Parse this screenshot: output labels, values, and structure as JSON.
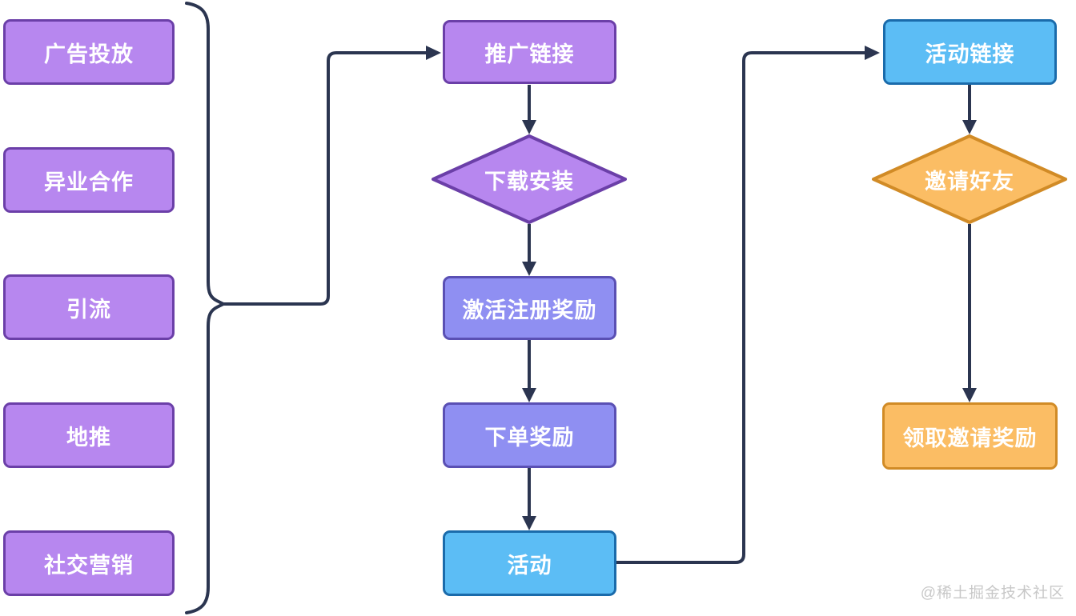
{
  "diagram": {
    "sources": [
      {
        "label": "广告投放",
        "type": "process"
      },
      {
        "label": "异业合作",
        "type": "process"
      },
      {
        "label": "引流",
        "type": "process"
      },
      {
        "label": "地推",
        "type": "process"
      },
      {
        "label": "社交营销",
        "type": "process"
      }
    ],
    "funnel": [
      {
        "label": "推广链接",
        "type": "process"
      },
      {
        "label": "下载安装",
        "type": "decision"
      },
      {
        "label": "激活注册奖励",
        "type": "process"
      },
      {
        "label": "下单奖励",
        "type": "process"
      },
      {
        "label": "活动",
        "type": "process"
      }
    ],
    "invite": [
      {
        "label": "活动链接",
        "type": "process"
      },
      {
        "label": "邀请好友",
        "type": "decision"
      },
      {
        "label": "领取邀请奖励",
        "type": "process"
      }
    ]
  },
  "watermark": "@稀土掘金技术社区",
  "colors": {
    "line": "#2b3550",
    "purple_fill": "#b787ef",
    "purple_border": "#6b3fa8",
    "indigo_fill": "#8f8ff2",
    "indigo_border": "#5a50b4",
    "blue_fill": "#5cbdf5",
    "blue_border": "#1a6bab",
    "orange_fill": "#fbbd64",
    "orange_border": "#d18b26",
    "node_text": "#ffffff",
    "watermark": "#c8c8c8"
  }
}
